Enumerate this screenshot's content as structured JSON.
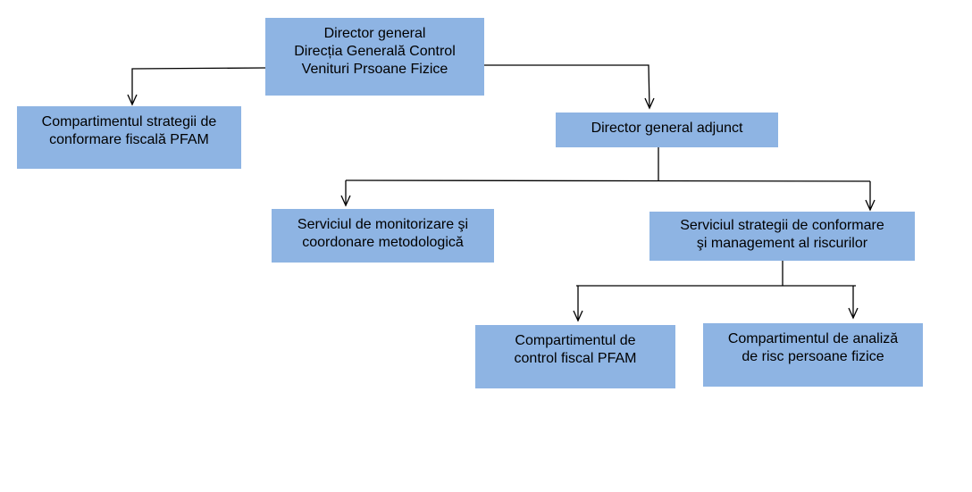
{
  "colors": {
    "box_fill": "#8eb4e3",
    "connector": "#000000",
    "text": "#000000"
  },
  "nodes": {
    "director_general": {
      "line1": "Director general",
      "line2": "Direcția Generală Control",
      "line3": "Venituri Prsoane Fizice"
    },
    "compartiment_strategii": {
      "line1": "Compartimentul strategii de",
      "line2": "conformare fiscală PFAM"
    },
    "director_adjunct": {
      "line1": "Director general adjunct"
    },
    "serviciul_monitorizare": {
      "line1": "Serviciul de monitorizare şi",
      "line2": "coordonare metodologică"
    },
    "serviciul_strategii": {
      "line1": "Serviciul strategii de conformare",
      "line2": "şi management al riscurilor"
    },
    "compartiment_control": {
      "line1": "Compartimentul de",
      "line2": "control fiscal  PFAM"
    },
    "compartiment_analiza": {
      "line1": "Compartimentul de analiză",
      "line2": "de risc persoane fizice"
    }
  }
}
